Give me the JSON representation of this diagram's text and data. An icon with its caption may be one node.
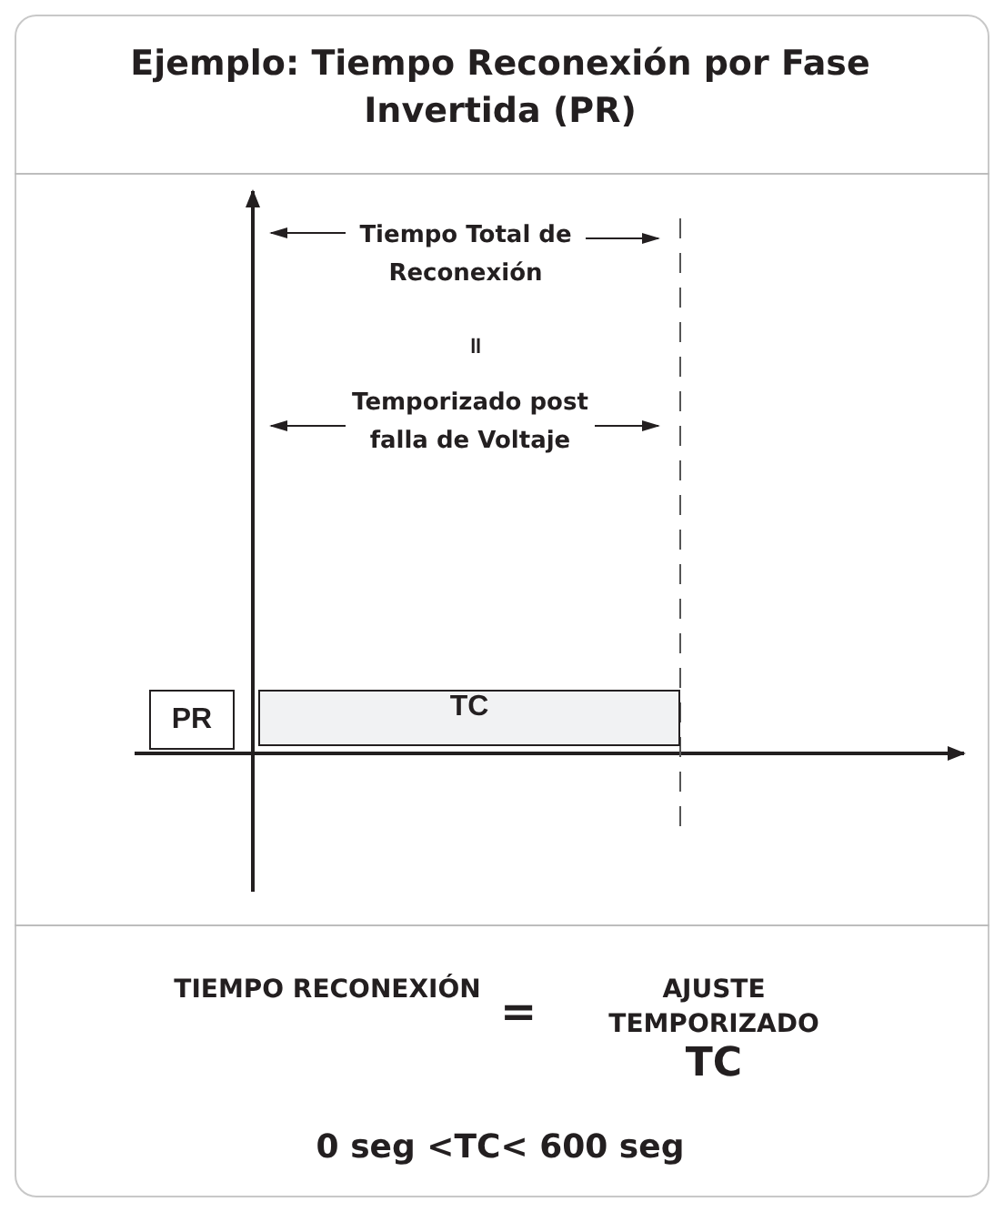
{
  "diagram": {
    "title": "Ejemplo: Tiempo Reconexión por Fase Invertida (PR)",
    "nodes": [
      {
        "text": [
          "PR"
        ]
      },
      {
        "text": [
          "TC"
        ]
      }
    ],
    "labels": [
      "Tiempo Total de Reconexión",
      "=",
      "Temporizado post falla de Voltaje",
      "TIEMPO RECONEXIÓN",
      "=",
      "AJUSTE TEMPORIZADO",
      "TC",
      "0 seg <TC< 600 seg"
    ]
  }
}
